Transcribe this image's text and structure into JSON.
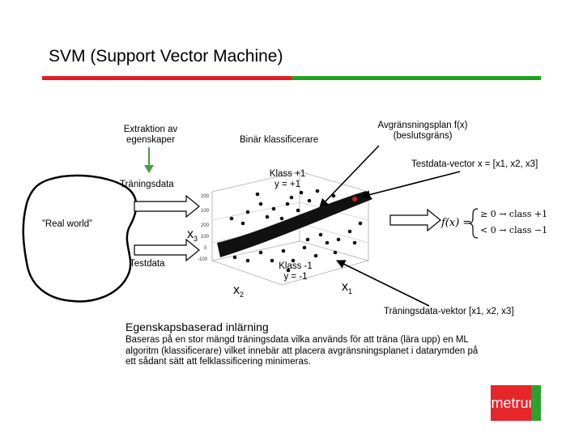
{
  "slide": {
    "title": "SVM (Support Vector Machine)",
    "accent_colors": {
      "red": "#e02020",
      "green": "#20a020"
    }
  },
  "labels": {
    "extraction": "Extraktion av egenskaper",
    "binary_classifier": "Binär klassificerare",
    "decision_plane": "Avgränsningsplan f(x) (beslutsgräns)",
    "test_vector": "Testdata-vector x = [x1, x2, x3]",
    "training_data": "Träningsdata",
    "real_world": "”Real world”",
    "test_data": "Testdata",
    "class_pos": "Klass +1",
    "class_pos_y": "y = +1",
    "class_neg": "Klass -1",
    "class_neg_y": "y = -1",
    "x1": "x",
    "x1_sub": "1",
    "x2": "x",
    "x2_sub": "2",
    "x3": "x",
    "x3_sub": "3",
    "train_vector": "Träningsdata-vektor [x1, x2, x3]"
  },
  "plot_ticks": [
    "200",
    "100",
    "200",
    "100",
    "0",
    "-100"
  ],
  "formula": {
    "lhs": "f(x) =",
    "case1": "≥ 0 → class +1",
    "case2": "< 0 → class −1"
  },
  "note": {
    "heading": "Egenskapsbaserad inlärning",
    "body": "Baseras på en stor mängd träningsdata vilka används för att träna (lära upp) en ML algoritm (klassificerare) vilket innebär att placera avgränsningsplanet i datarymden på ett sådant sätt att felklassificering minimeras."
  },
  "brand": {
    "name": "metrum"
  }
}
